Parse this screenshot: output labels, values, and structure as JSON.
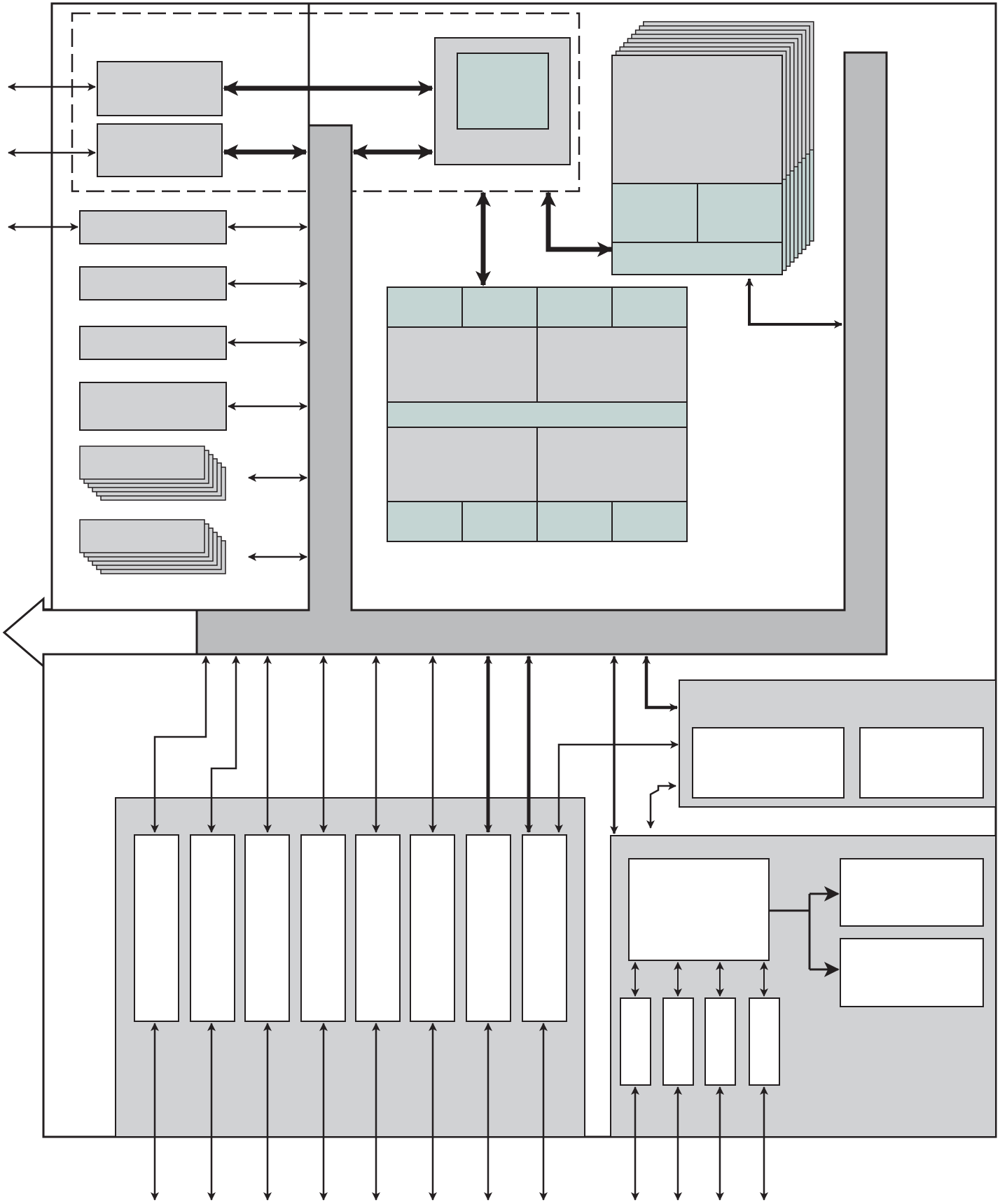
{
  "colors": {
    "background": "#ffffff",
    "stroke": "#231f20",
    "block_gray": "#d1d2d4",
    "block_teal": "#c4d5d3",
    "bus_gray": "#bbbcbe",
    "panel_gray": "#d1d2d4",
    "inner_white": "#ffffff"
  },
  "diagram": {
    "labels": [],
    "io_block_count": 8,
    "sub_block_count": 4,
    "bottom_external_arrow_count": 12,
    "memory_stack_layers": 9
  }
}
